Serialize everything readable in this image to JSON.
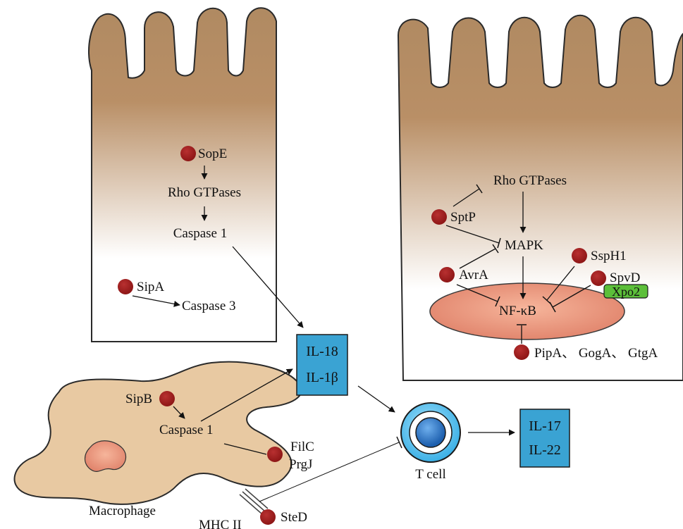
{
  "colors": {
    "cell_top": "#b08a62",
    "cell_bottom": "#ffffff",
    "cell_stroke": "#2a2a2a",
    "effector_dot": "#9e1b1b",
    "nucleus_fill": "#e88a73",
    "cytokine_box": "#3aa3d3",
    "xpo2_box": "#5cbf3a",
    "macrophage_fill": "#e8c9a2",
    "tcell_outer": "#5cc0ec",
    "tcell_inner": "#2e7fd0"
  },
  "left_cell": {
    "sope": "SopE",
    "rho": "Rho GTPases",
    "casp1": "Caspase 1",
    "sipa": "SipA",
    "casp3": "Caspase 3"
  },
  "right_cell": {
    "rho": "Rho GTPases",
    "sptp": "SptP",
    "mapk": "MAPK",
    "ssph1": "SspH1",
    "avra": "AvrA",
    "spvd": "SpvD",
    "xpo2": "Xpo2",
    "nfkb": "NF-κB",
    "pip": "PipA、 GogA、 GtgA"
  },
  "cytokines_left": [
    "IL-18",
    "IL-1β"
  ],
  "cytokines_right": [
    "IL-17",
    "IL-22"
  ],
  "macrophage": {
    "sipb": "SipB",
    "casp1": "Caspase 1",
    "filc": "FilC",
    "prgj": "PrgJ",
    "label": "Macrophage",
    "mhc": "MHC II",
    "sted": "SteD"
  },
  "tcell": {
    "label": "T cell"
  }
}
